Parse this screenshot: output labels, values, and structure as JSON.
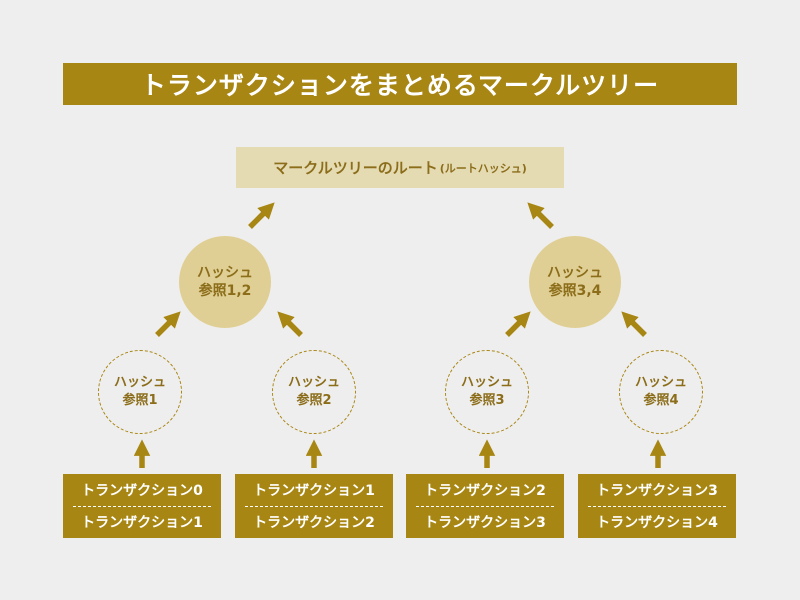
{
  "title": "トランザクションをまとめるマークルツリー",
  "root": {
    "label": "マークルツリーのルート",
    "sub": "(ルートハッシュ)"
  },
  "level2": [
    {
      "line1": "ハッシュ",
      "line2": "参照1,2"
    },
    {
      "line1": "ハッシュ",
      "line2": "参照3,4"
    }
  ],
  "level1": [
    {
      "line1": "ハッシュ",
      "line2": "参照1"
    },
    {
      "line1": "ハッシュ",
      "line2": "参照2"
    },
    {
      "line1": "ハッシュ",
      "line2": "参照3"
    },
    {
      "line1": "ハッシュ",
      "line2": "参照4"
    }
  ],
  "transactions": [
    {
      "tx_a": "トランザクション0",
      "tx_b": "トランザクション1"
    },
    {
      "tx_a": "トランザクション1",
      "tx_b": "トランザクション2"
    },
    {
      "tx_a": "トランザクション2",
      "tx_b": "トランザクション3"
    },
    {
      "tx_a": "トランザクション3",
      "tx_b": "トランザクション4"
    }
  ],
  "colors": {
    "accent": "#a88613",
    "light": "#e0cf94",
    "root_bg": "#e5dbb3",
    "text": "#8b6d1a",
    "background": "#efeeee"
  }
}
